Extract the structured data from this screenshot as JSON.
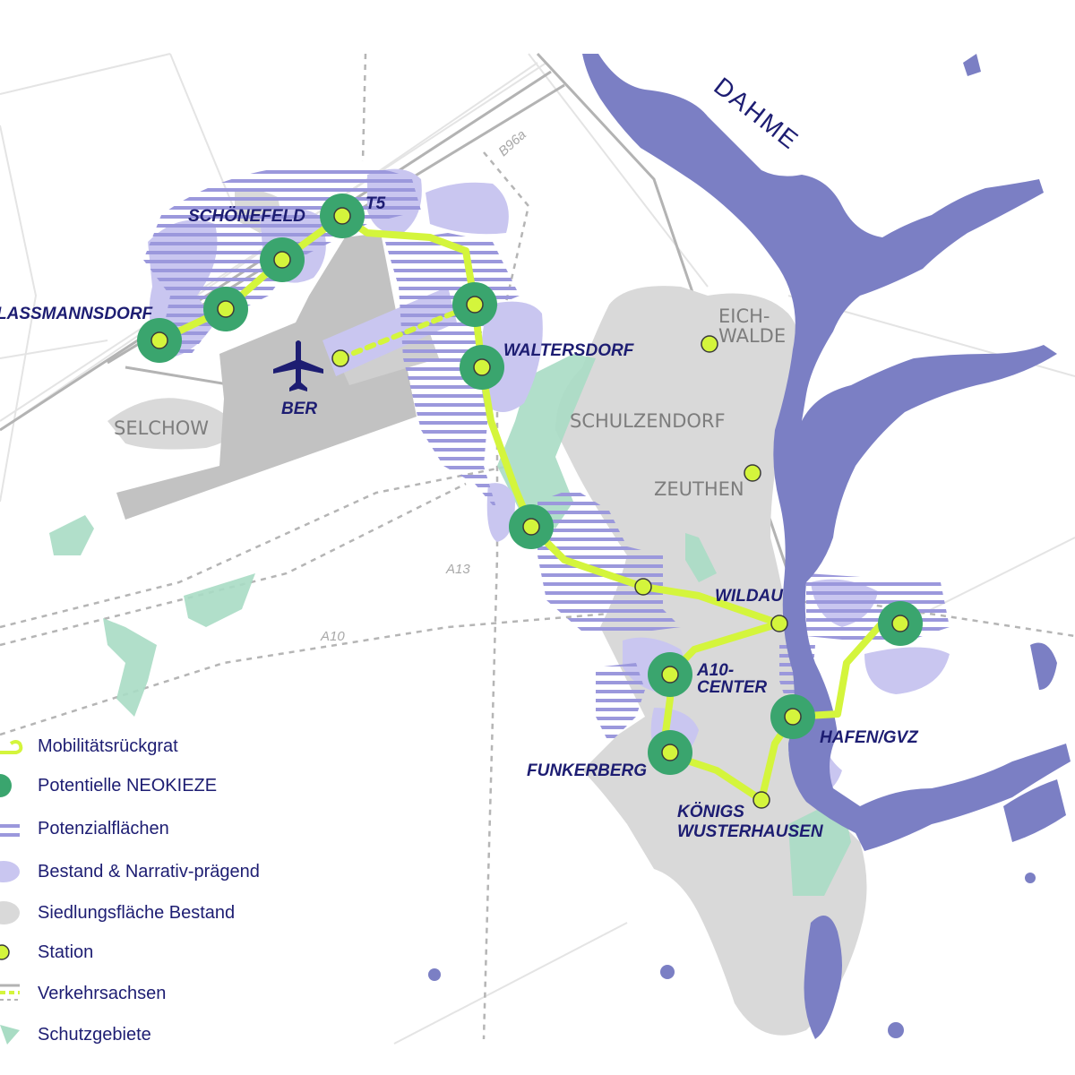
{
  "colors": {
    "background": "#ffffff",
    "water": "#7b7fc4",
    "settlement": "#d9d9d9",
    "narrative": "#c9c6f0",
    "potential_hatch": "#9b98dc",
    "protected": "#a9dcc4",
    "backbone": "#d4f53c",
    "neokiez": "#3aa56e",
    "station": "#d4f53c",
    "airport": "#c2c2c2",
    "label_dark": "#1d1d72",
    "label_grey": "#7d7d7d"
  },
  "labels": {
    "river": "DAHME",
    "places": {
      "glasow": "LASSMANNSDORF",
      "schoenefeld": "SCHÖNEFELD",
      "t5": "T5",
      "waltersdorf": "WALTERSDORF",
      "wildau": "WILDAU",
      "a10_center_1": "A10-",
      "a10_center_2": "CENTER",
      "hafen": "HAFEN/GVZ",
      "funkerberg": "FUNKERBERG",
      "koenigs_1": "KÖNIGS",
      "koenigs_2": "WUSTERHAUSEN",
      "ber": "BER"
    },
    "towns": {
      "selchow": "SELCHOW",
      "schulzendorf": "SCHULZENDORF",
      "zeuthen": "ZEUTHEN",
      "eichwalde_1": "EICH-",
      "eichwalde_2": "WALDE"
    },
    "roads": {
      "b96a": "B96a",
      "a13": "A13",
      "a10": "A10"
    }
  },
  "icons": {
    "airport": "airplane-icon"
  },
  "legend": [
    {
      "symbol": "backbone-line-icon",
      "label": "Mobilitätsrückgrat"
    },
    {
      "symbol": "neokiez-circle-icon",
      "label": "Potentielle NEOKIEZE"
    },
    {
      "symbol": "hatch-icon",
      "label": "Potenzialflächen"
    },
    {
      "symbol": "lavender-blob-icon",
      "label": "Bestand & Narrativ-prägend"
    },
    {
      "symbol": "grey-blob-icon",
      "label": "Siedlungsfläche Bestand"
    },
    {
      "symbol": "station-dot-icon",
      "label": "Station"
    },
    {
      "symbol": "traffic-axes-icon",
      "label": "Verkehrsachsen"
    },
    {
      "symbol": "protected-area-icon",
      "label": "Schutzgebiete"
    }
  ]
}
